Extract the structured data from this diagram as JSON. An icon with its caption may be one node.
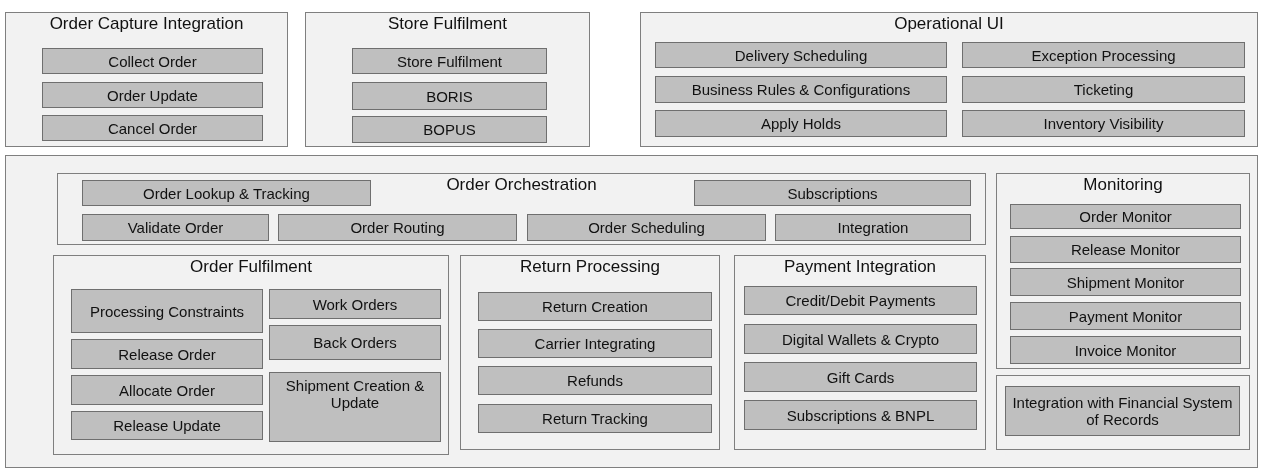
{
  "diagram": {
    "nodes": [
      {
        "text": [
          "Order Capture Integration"
        ]
      },
      {
        "text": [
          "Collect Order"
        ],
        "in": 0
      },
      {
        "text": [
          "Order Update"
        ],
        "in": 0
      },
      {
        "text": [
          "Cancel Order"
        ],
        "in": 0
      },
      {
        "text": [
          "Store Fulfilment"
        ]
      },
      {
        "text": [
          "Store Fulfilment"
        ],
        "in": 4
      },
      {
        "text": [
          "BORIS"
        ],
        "in": 4
      },
      {
        "text": [
          "BOPUS"
        ],
        "in": 4
      },
      {
        "text": [
          "Operational UI"
        ]
      },
      {
        "text": [
          "Delivery Scheduling"
        ],
        "in": 8
      },
      {
        "text": [
          "Exception Processing"
        ],
        "in": 8
      },
      {
        "text": [
          "Business Rules & Configurations"
        ],
        "in": 8
      },
      {
        "text": [
          "Ticketing"
        ],
        "in": 8
      },
      {
        "text": [
          "Apply Holds"
        ],
        "in": 8
      },
      {
        "text": [
          "Inventory Visibility"
        ],
        "in": 8
      },
      {
        "text": [],
        "shape": "box"
      },
      {
        "text": [
          "Order Orchestration"
        ],
        "in": 15
      },
      {
        "text": [
          "Order Lookup & Tracking"
        ],
        "in": 16
      },
      {
        "text": [
          "Subscriptions"
        ],
        "in": 16
      },
      {
        "text": [
          "Validate Order"
        ],
        "in": 16
      },
      {
        "text": [
          "Order Routing"
        ],
        "in": 16
      },
      {
        "text": [
          "Order Scheduling"
        ],
        "in": 16
      },
      {
        "text": [
          "Integration"
        ],
        "in": 16
      },
      {
        "text": [
          "Order Fulfilment"
        ],
        "in": 15
      },
      {
        "text": [
          "Processing Constraints"
        ],
        "in": 23
      },
      {
        "text": [
          "Work Orders"
        ],
        "in": 23
      },
      {
        "text": [
          "Release Order"
        ],
        "in": 23
      },
      {
        "text": [
          "Back Orders"
        ],
        "in": 23
      },
      {
        "text": [
          "Allocate Order"
        ],
        "in": 23
      },
      {
        "text": [
          "Shipment Creation & Update"
        ],
        "in": 23
      },
      {
        "text": [
          "Release Update"
        ],
        "in": 23
      },
      {
        "text": [
          "Return Processing"
        ],
        "in": 15
      },
      {
        "text": [
          "Return Creation"
        ],
        "in": 31
      },
      {
        "text": [
          "Carrier Integrating"
        ],
        "in": 31
      },
      {
        "text": [
          "Refunds"
        ],
        "in": 31
      },
      {
        "text": [
          "Return Tracking"
        ],
        "in": 31
      },
      {
        "text": [
          "Payment Integration"
        ],
        "in": 15
      },
      {
        "text": [
          "Credit/Debit Payments"
        ],
        "in": 36
      },
      {
        "text": [
          "Digital Wallets & Crypto"
        ],
        "in": 36
      },
      {
        "text": [
          "Gift Cards"
        ],
        "in": 36
      },
      {
        "text": [
          "Subscriptions & BNPL"
        ],
        "in": 36
      },
      {
        "text": [
          "Monitoring"
        ],
        "in": 15
      },
      {
        "text": [
          "Order Monitor"
        ],
        "in": 41
      },
      {
        "text": [
          "Release Monitor"
        ],
        "in": 41
      },
      {
        "text": [
          "Shipment Monitor"
        ],
        "in": 41
      },
      {
        "text": [
          "Payment Monitor"
        ],
        "in": 41
      },
      {
        "text": [
          "Invoice Monitor"
        ],
        "in": 41
      },
      {
        "text": [],
        "shape": "box",
        "in": 15
      },
      {
        "text": [
          "Integration with Financial System of Records"
        ],
        "in": 47
      }
    ]
  }
}
